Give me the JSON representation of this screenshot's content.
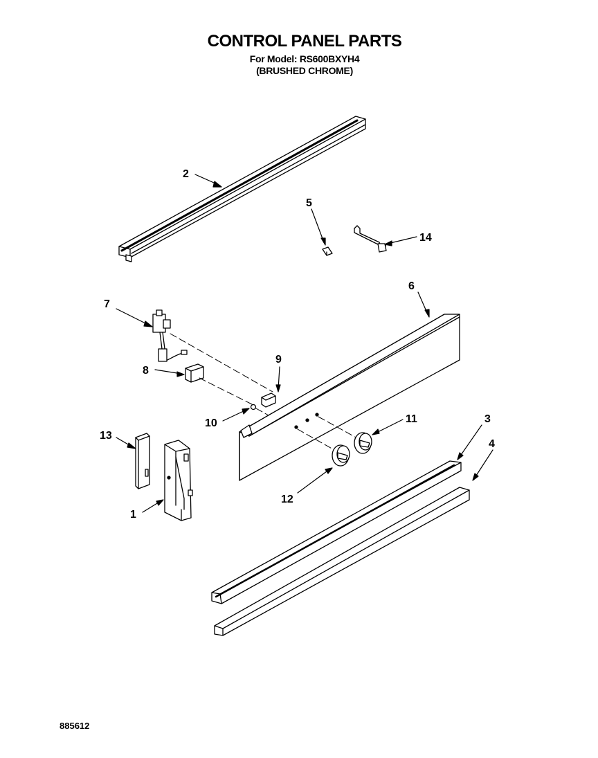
{
  "header": {
    "title": "CONTROL PANEL PARTS",
    "model_line": "For Model: RS600BXYH4",
    "finish_line": "(BRUSHED CHROME)"
  },
  "footer": {
    "doc_number": "885612"
  },
  "callouts": {
    "c1": "1",
    "c2": "2",
    "c3": "3",
    "c4": "4",
    "c5": "5",
    "c6": "6",
    "c7": "7",
    "c8": "8",
    "c9": "9",
    "c10": "10",
    "c11": "11",
    "c12": "12",
    "c13": "13",
    "c14": "14"
  }
}
